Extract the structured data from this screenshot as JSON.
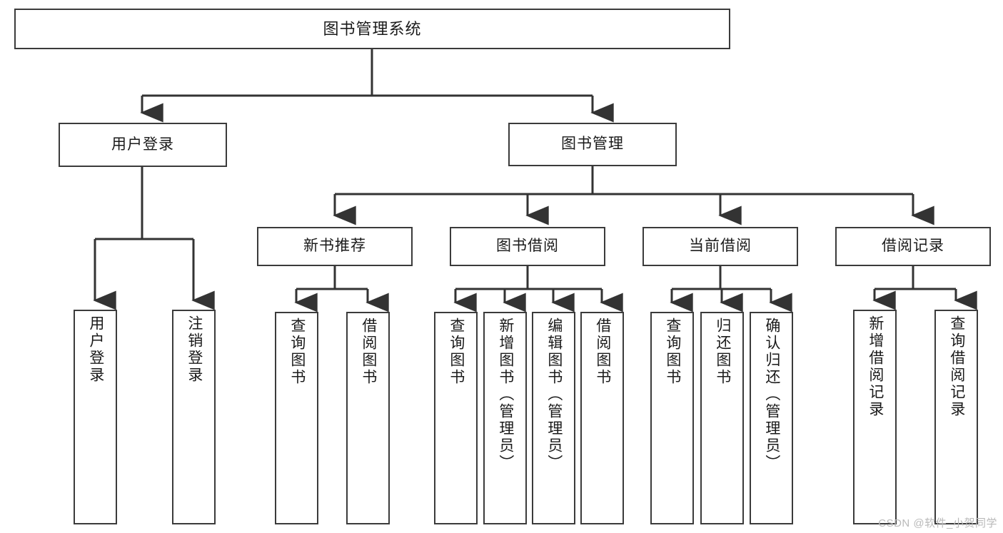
{
  "diagram": {
    "type": "tree-hierarchy",
    "title": "图书管理系统",
    "colors": {
      "box_border": "#3b3b3b",
      "box_fill": "#ffffff",
      "connector": "#333333",
      "text": "#1a1a1a",
      "watermark": "#b9b9b9",
      "background": "#ffffff"
    },
    "root": {
      "label": "图书管理系统"
    },
    "level2": [
      {
        "label": "用户登录"
      },
      {
        "label": "图书管理"
      }
    ],
    "level3": [
      {
        "label": "新书推荐"
      },
      {
        "label": "图书借阅"
      },
      {
        "label": "当前借阅"
      },
      {
        "label": "借阅记录"
      }
    ],
    "leaves": {
      "user_login": [
        {
          "label": "用户登录"
        },
        {
          "label": "注销登录"
        }
      ],
      "new_book_recommend": [
        {
          "label": "查询图书"
        },
        {
          "label": "借阅图书"
        }
      ],
      "book_borrow": [
        {
          "label": "查询图书"
        },
        {
          "label": "新增图书（管理员）"
        },
        {
          "label": "编辑图书（管理员）"
        },
        {
          "label": "借阅图书"
        }
      ],
      "current_borrow": [
        {
          "label": "查询图书"
        },
        {
          "label": "归还图书"
        },
        {
          "label": "确认归还（管理员）"
        }
      ],
      "borrow_record": [
        {
          "label": "新增借阅记录"
        },
        {
          "label": "查询借阅记录"
        }
      ]
    }
  },
  "watermark": {
    "text": "CSDN @软件_小贺同学"
  }
}
